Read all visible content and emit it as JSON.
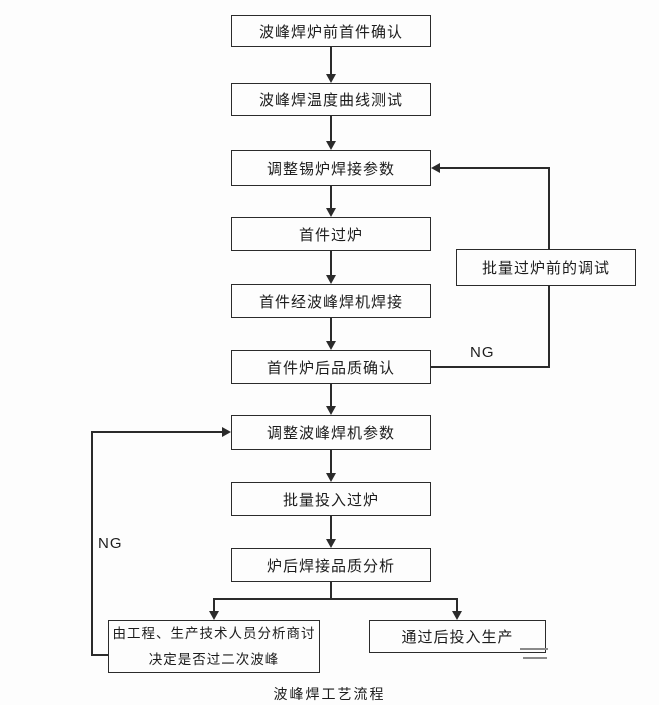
{
  "caption": "波峰焊工艺流程",
  "labels": {
    "ng_right": "NG",
    "ng_left": "NG"
  },
  "nodes": {
    "pre_check": "波峰焊炉前首件确认",
    "temp_test": "波峰焊温度曲线测试",
    "adjust_tin": "调整锡炉焊接参数",
    "first_pass": "首件过炉",
    "first_wave": "首件经波峰焊机焊接",
    "first_quality": "首件炉后品质确认",
    "adjust_wave": "调整波峰焊机参数",
    "batch_pass": "批量投入过炉",
    "quality_analysis": "炉后焊接品质分析",
    "discuss_line1": "由工程、生产技术人员分析商讨",
    "discuss_line2": "决定是否过二次波峰",
    "production": "通过后投入生产",
    "pre_batch_debug": "批量过炉前的调试"
  }
}
